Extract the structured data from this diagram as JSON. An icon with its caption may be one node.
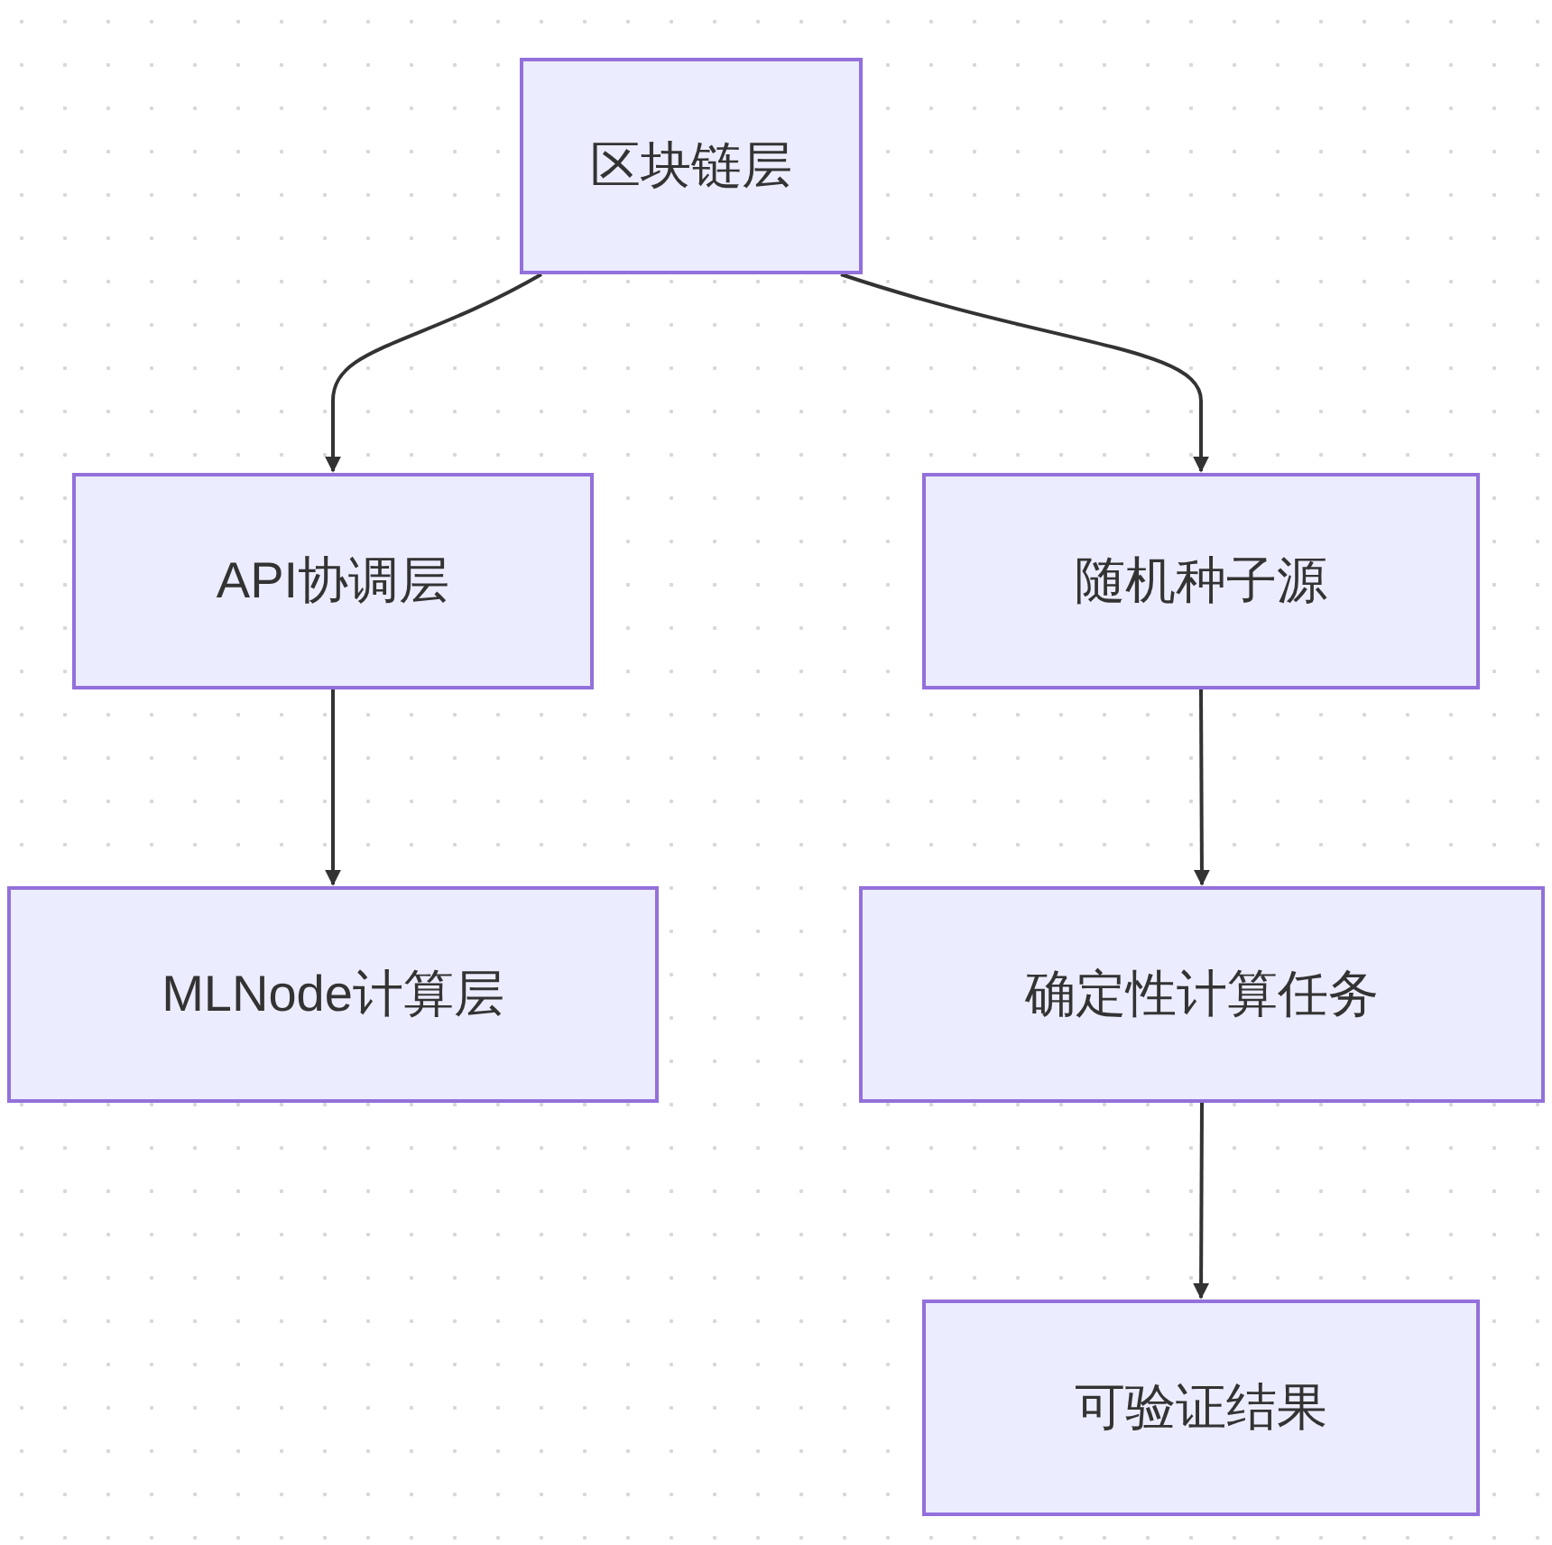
{
  "diagram": {
    "nodes": [
      {
        "text": [
          "区块链层"
        ]
      },
      {
        "text": [
          "API协调层"
        ]
      },
      {
        "text": [
          "随机种子源"
        ]
      },
      {
        "text": [
          "MLNode计算层"
        ]
      },
      {
        "text": [
          "确定性计算任务"
        ]
      },
      {
        "text": [
          "可验证结果"
        ]
      }
    ],
    "edges": [
      {
        "from": 0,
        "to": 1,
        "arrow": "to"
      },
      {
        "from": 0,
        "to": 2,
        "arrow": "to"
      },
      {
        "from": 1,
        "to": 3,
        "arrow": "to"
      },
      {
        "from": 2,
        "to": 4,
        "arrow": "to"
      },
      {
        "from": 4,
        "to": 5,
        "arrow": "to"
      }
    ]
  }
}
